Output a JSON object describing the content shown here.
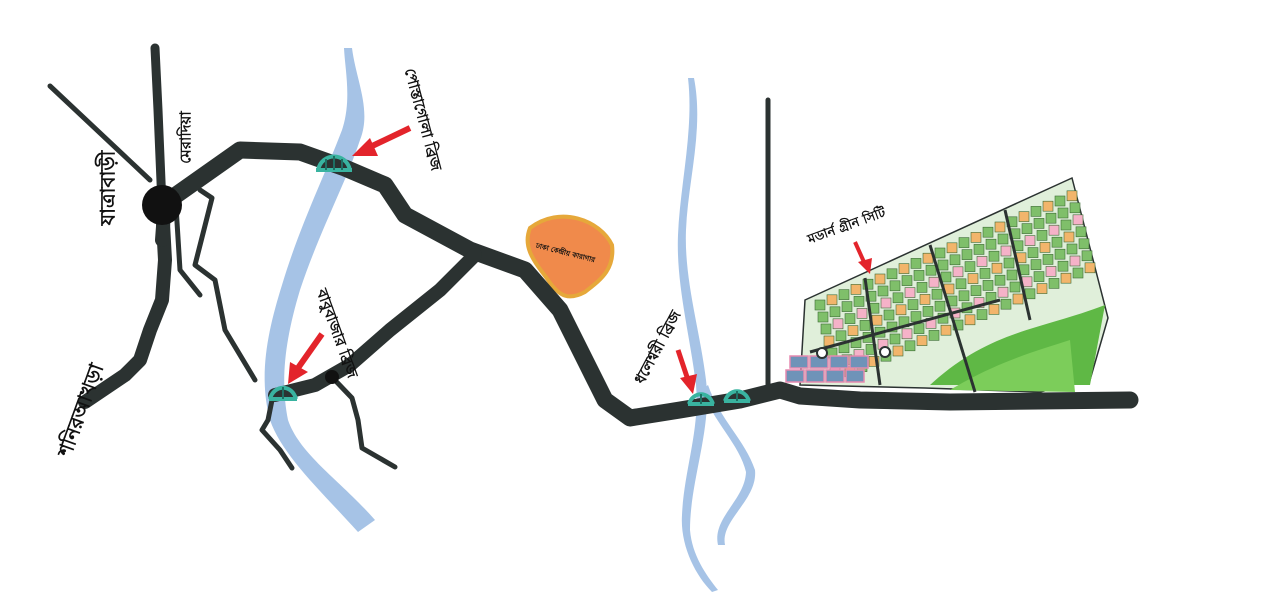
{
  "labels": {
    "jatrabari": "যাত্রাবাড়ী",
    "shonirakhra": "শনিরআখড়া",
    "sheltopur": "মেরাদিয়া",
    "postogola_bridge": "পোস্তাগোলা ব্রিজ",
    "babubazar_bridge": "বাবুবাজার ব্রিজ",
    "dhaleshwari_bridge": "ধলেশ্বরী ব্রিজ",
    "central_jail": "ঢাকা কেন্দ্রীয় কারাগার",
    "project": "মডার্ন গ্রীন সিটি"
  },
  "colors": {
    "road": "#2b3231",
    "river": "#a6c3e6",
    "bridge": "#39b3a0",
    "arrow": "#e3242b",
    "jail_fill": "#f08a4b",
    "jail_border": "#e6a83a",
    "plot_green": "#7fbf6a",
    "plot_orange": "#f2b56b",
    "plot_pink": "#f5b2c8",
    "park": "#5fb845"
  },
  "icons": {
    "bridge": "bridge-icon",
    "arrow": "pointer-arrow-icon",
    "junction": "junction-dot-icon"
  }
}
